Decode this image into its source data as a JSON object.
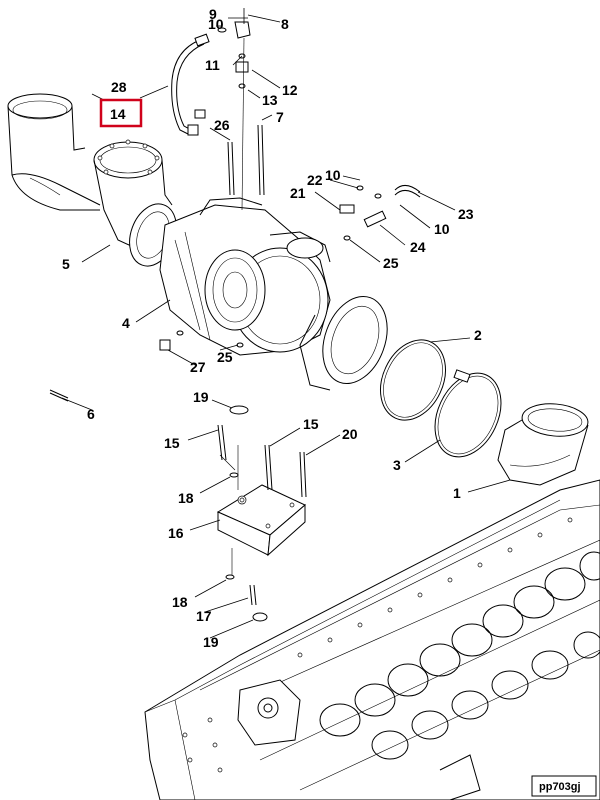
{
  "diagram": {
    "ref_code": "pp703gj",
    "highlight_color": "#d0021b",
    "line_color": "#000000",
    "callouts": {
      "c1": "1",
      "c2": "2",
      "c3": "3",
      "c4": "4",
      "c5": "5",
      "c6": "6",
      "c7": "7",
      "c8": "8",
      "c9": "9",
      "c10a": "10",
      "c10b": "10",
      "c10c": "10",
      "c11": "11",
      "c12": "12",
      "c13": "13",
      "c14": "14",
      "c15a": "15",
      "c15b": "15",
      "c16": "16",
      "c17": "17",
      "c18a": "18",
      "c18b": "18",
      "c19a": "19",
      "c19b": "19",
      "c20": "20",
      "c21": "21",
      "c22": "22",
      "c23": "23",
      "c24": "24",
      "c25a": "25",
      "c25b": "25",
      "c26": "26",
      "c27": "27",
      "c28": "28"
    }
  }
}
